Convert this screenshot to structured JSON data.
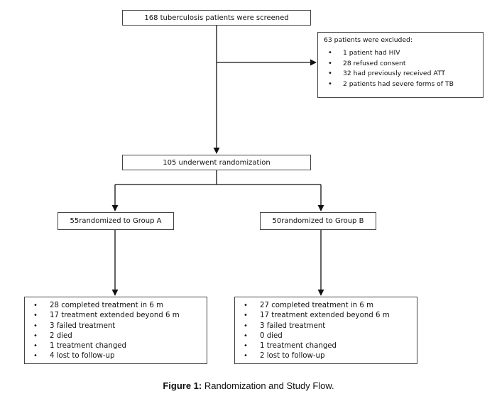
{
  "diagram": {
    "screened": "168 tuberculosis patients were screened",
    "excluded": {
      "header": "63 patients were excluded:",
      "items": [
        "1 patient had HIV",
        "28 refused consent",
        "32 had previously received ATT",
        "2 patients had severe forms of TB"
      ]
    },
    "randomized": "105 underwent randomization",
    "group_a": "55randomized to Group A",
    "group_b": "50randomized to Group B",
    "outcome_a": [
      "28 completed treatment in 6 m",
      "17 treatment extended beyond 6 m",
      "3 failed treatment",
      "2 died",
      "1 treatment changed",
      "4 lost to follow-up"
    ],
    "outcome_b": [
      "27 completed treatment in 6 m",
      "17 treatment extended beyond 6 m",
      "3 failed treatment",
      "0 died",
      "1 treatment changed",
      "2 lost to follow-up"
    ]
  },
  "caption": {
    "label": "Figure 1:",
    "text": " Randomization and Study Flow."
  },
  "colors": {
    "line": "#111111",
    "border": "#444444"
  }
}
